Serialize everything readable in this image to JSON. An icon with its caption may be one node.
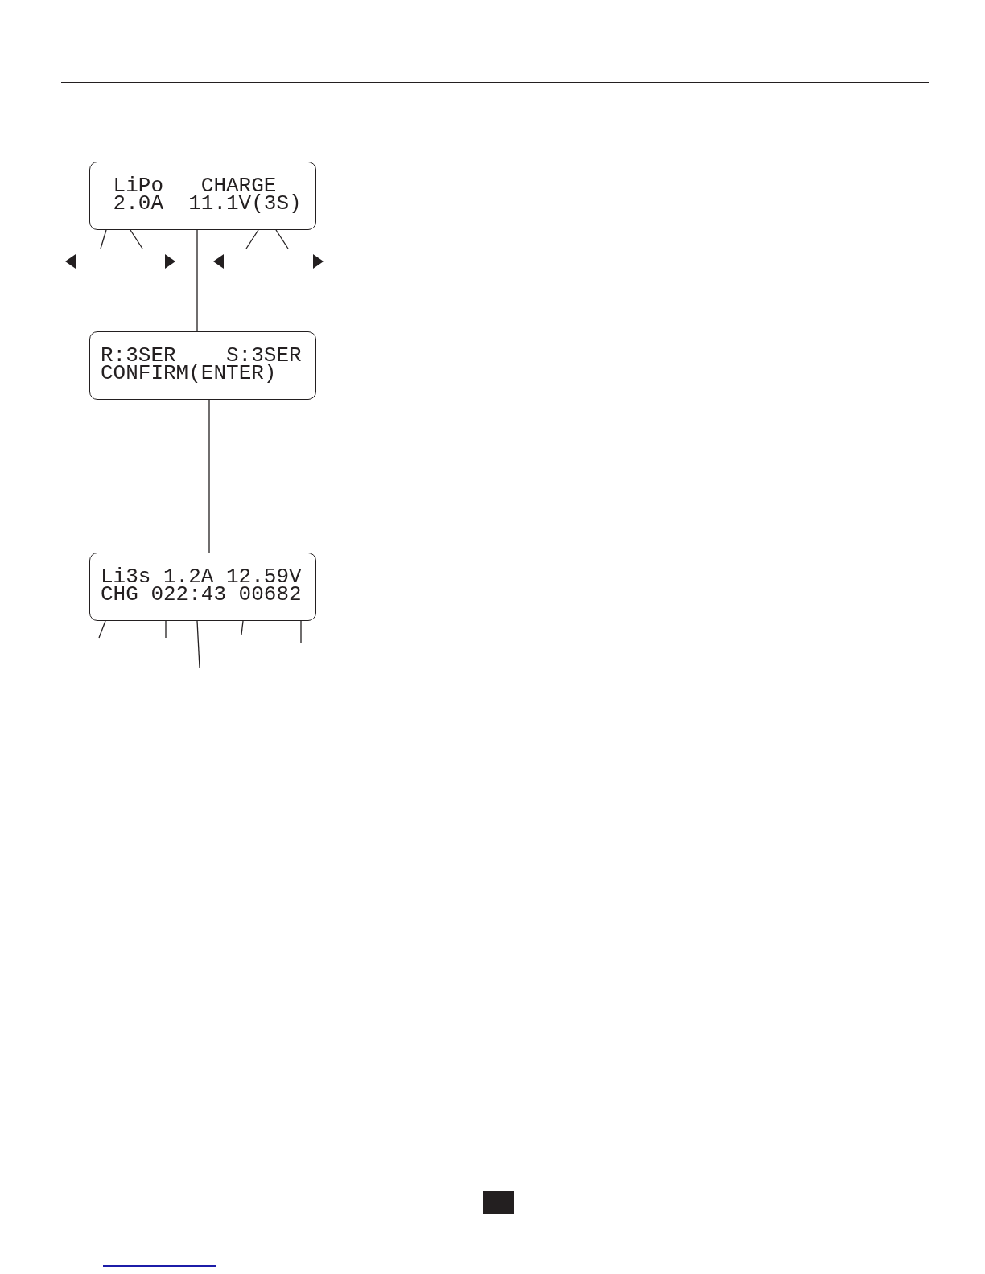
{
  "diagram": {
    "nodes": [
      {
        "text": [
          "LiPo",
          "CHARGE",
          "2.0A",
          "11.1V(3S)"
        ]
      },
      {
        "text": [
          "R:3SER",
          "S:3SER",
          "CONFIRM(ENTER)"
        ]
      },
      {
        "text": [
          "Li3s",
          "1.2A",
          "12.59V",
          "CHG",
          "022:43",
          "00682"
        ]
      }
    ],
    "edges": [
      {
        "from": 0,
        "to": 1,
        "arrow": "none"
      },
      {
        "from": 1,
        "to": 2,
        "arrow": "none"
      },
      {
        "from": 0,
        "to": null,
        "arrow": "none"
      },
      {
        "from": 0,
        "to": null,
        "arrow": "none"
      },
      {
        "from": 0,
        "to": null,
        "arrow": "none"
      },
      {
        "from": 0,
        "to": null,
        "arrow": "none"
      },
      {
        "from": 2,
        "to": null,
        "arrow": "none"
      },
      {
        "from": 2,
        "to": null,
        "arrow": "none"
      },
      {
        "from": 2,
        "to": null,
        "arrow": "none"
      },
      {
        "from": 2,
        "to": null,
        "arrow": "none"
      },
      {
        "from": 2,
        "to": null,
        "arrow": "none"
      }
    ]
  }
}
